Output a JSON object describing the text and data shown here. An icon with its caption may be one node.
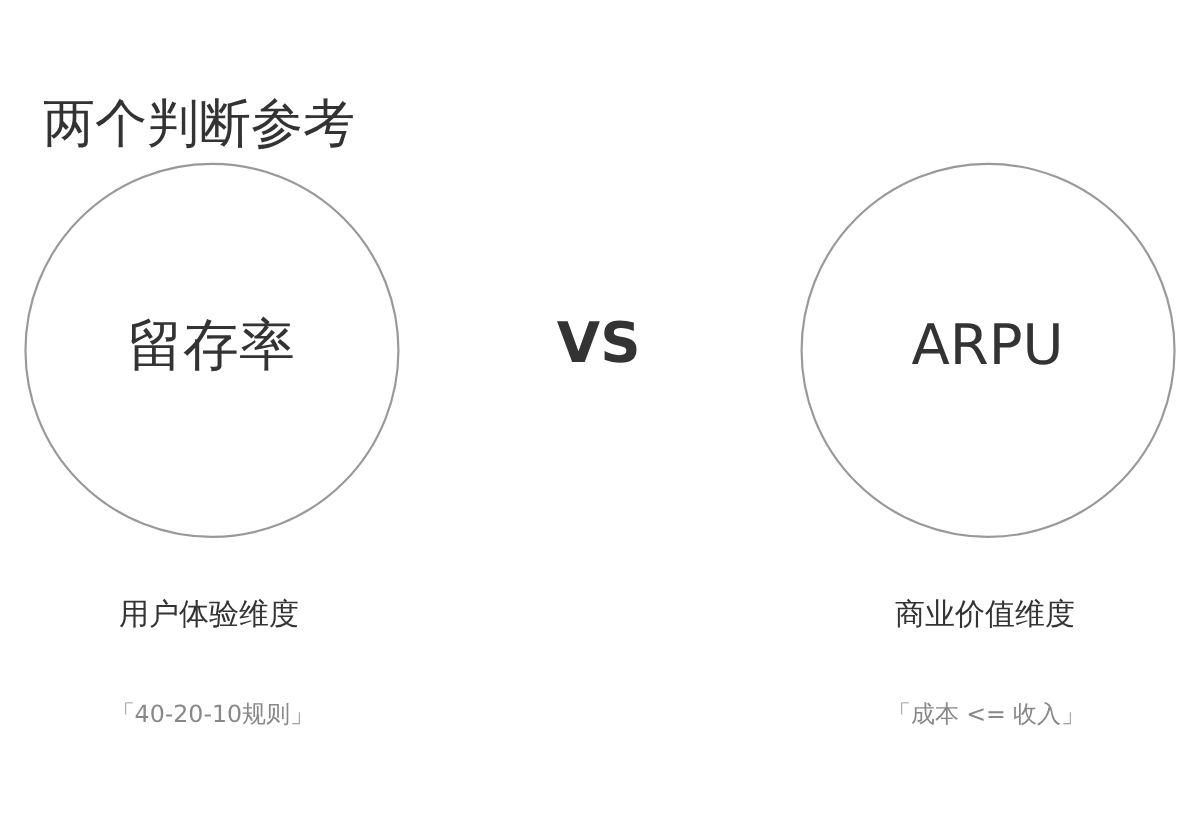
{
  "diagram": {
    "title": "两个判断参考",
    "nodes": [
      {
        "text": [
          "留存率"
        ],
        "beside": [
          "用户体验维度",
          "「40-20-10规则」"
        ]
      },
      {
        "text": [
          "ARPU"
        ],
        "beside": [
          "商业价值维度",
          "「成本 <= 收入」"
        ]
      }
    ],
    "edges": [],
    "labels": [
      "VS"
    ]
  }
}
